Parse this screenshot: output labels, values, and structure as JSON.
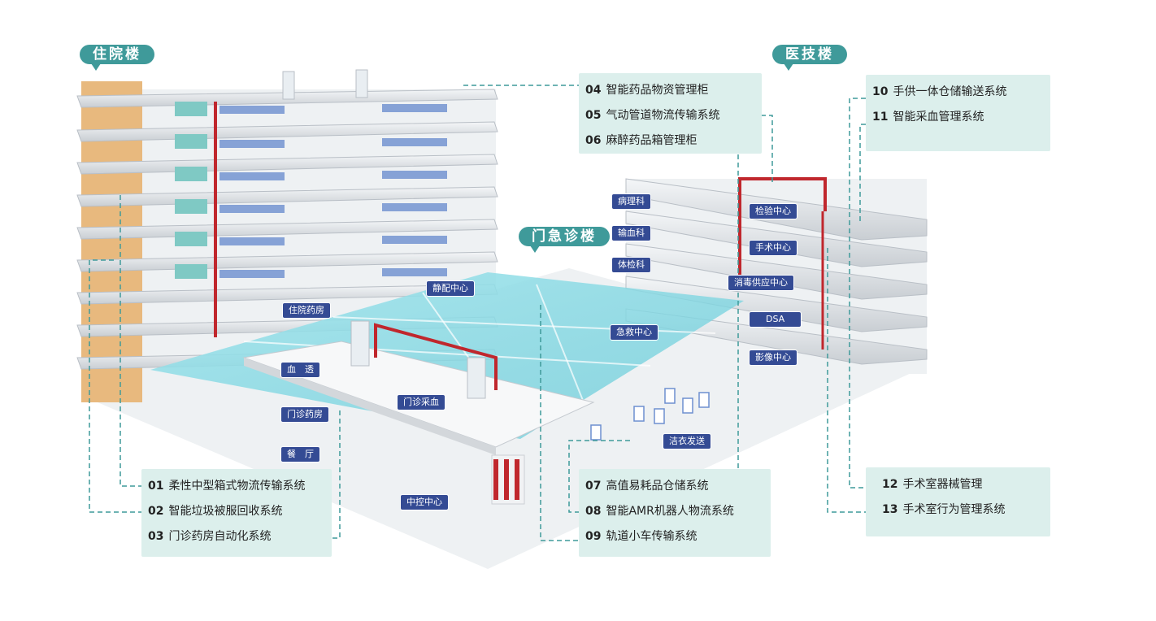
{
  "buildings": {
    "inpatient": "住院楼",
    "medtech": "医技楼",
    "outpatient": "门急诊楼"
  },
  "systems_top": [
    {
      "num": "04",
      "label": "智能药品物资管理柜"
    },
    {
      "num": "05",
      "label": "气动管道物流传输系统"
    },
    {
      "num": "06",
      "label": "麻醉药品箱管理柜"
    }
  ],
  "systems_right_top": [
    {
      "num": "10",
      "label": "手供一体仓储输送系统"
    },
    {
      "num": "11",
      "label": "智能采血管理系统"
    }
  ],
  "systems_left_bottom": [
    {
      "num": "01",
      "label": "柔性中型箱式物流传输系统"
    },
    {
      "num": "02",
      "label": "智能垃圾被服回收系统"
    },
    {
      "num": "03",
      "label": "门诊药房自动化系统"
    }
  ],
  "systems_mid_bottom": [
    {
      "num": "07",
      "label": "高值易耗品仓储系统"
    },
    {
      "num": "08",
      "label": "智能AMR机器人物流系统"
    },
    {
      "num": "09",
      "label": "轨道小车传输系统"
    }
  ],
  "systems_right_bottom": [
    {
      "num": "12",
      "label": "手术室器械管理"
    },
    {
      "num": "13",
      "label": "手术室行为管理系统"
    }
  ],
  "departments": {
    "pathology": "病理科",
    "blood_transfusion": "输血科",
    "physical_exam": "体检科",
    "lab_center": "检验中心",
    "surgery_center": "手术中心",
    "sterile_supply": "消毒供应中心",
    "dsa": "DSA",
    "imaging": "影像中心",
    "emergency": "急救中心",
    "pivas": "静配中心",
    "inpatient_pharmacy": "住院药房",
    "dialysis": "血　透",
    "outpatient_blood": "门诊采血",
    "outpatient_pharmacy": "门诊药房",
    "canteen": "餐　厅",
    "laundry": "洁衣发送",
    "control_center": "中控中心"
  },
  "colors": {
    "accent": "#3f9a9a",
    "panel_bg": "#dcefec",
    "dept_label": "#344b94",
    "pipe_red": "#c0272d",
    "floor_glow": "#8fdce6"
  }
}
